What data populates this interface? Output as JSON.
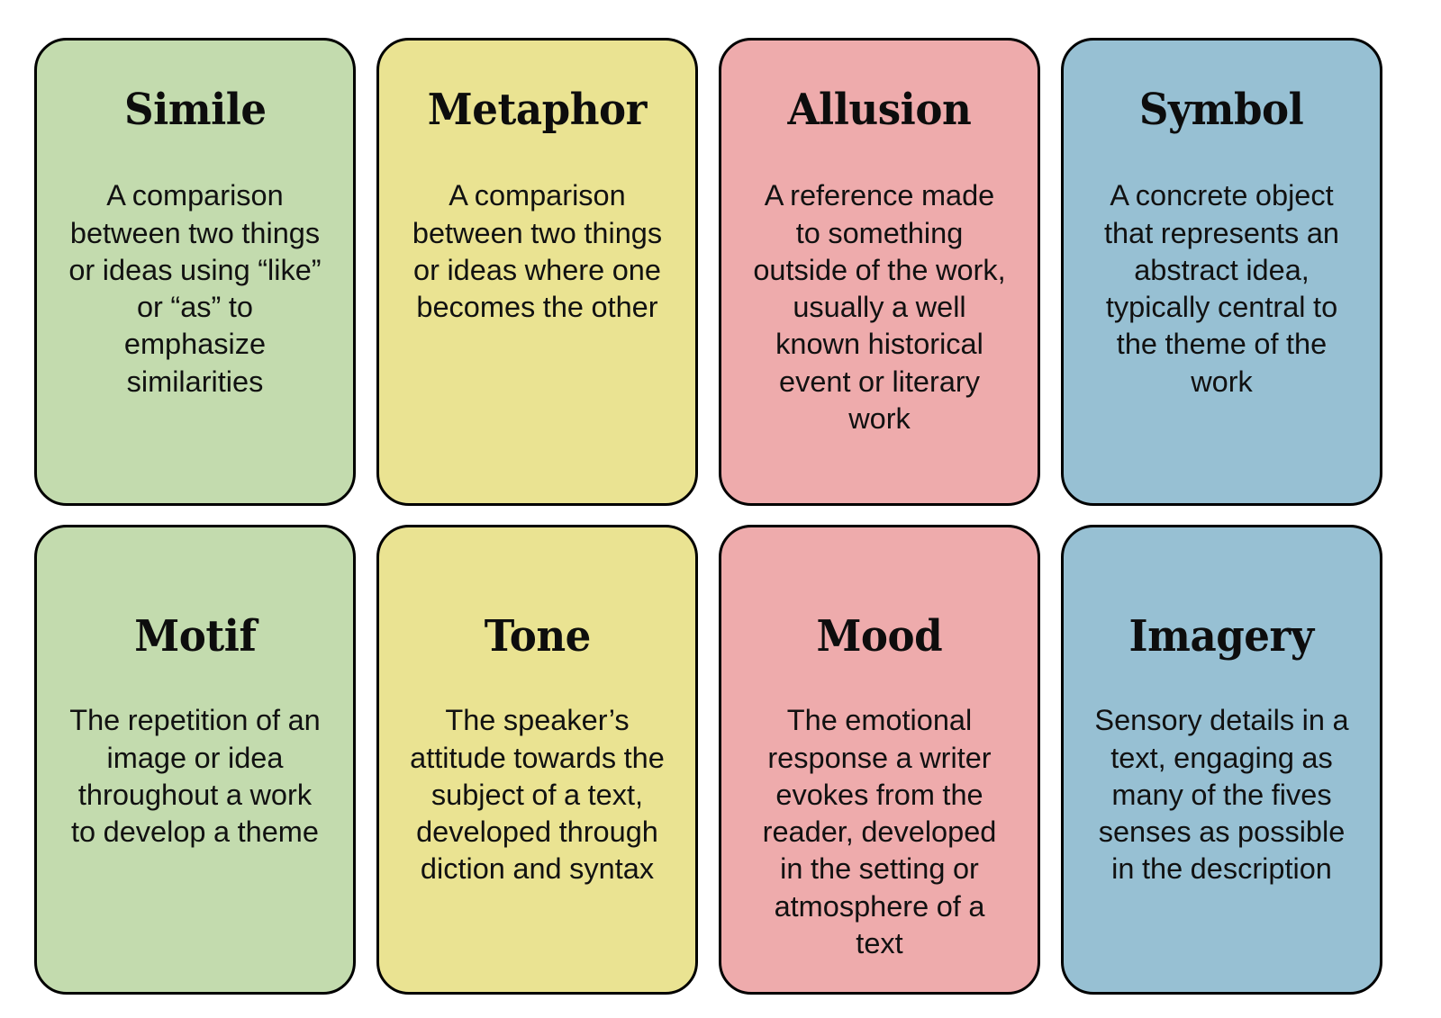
{
  "board": {
    "background": "#ffffff",
    "columns": 4,
    "rows": 2
  },
  "palette": {
    "green": "#c3dbae",
    "yellow": "#eae392",
    "pink": "#eeabac",
    "blue": "#97c0d3",
    "border": "#000000",
    "text": "#111111"
  },
  "cards": [
    {
      "title": "Simile",
      "definition": "A comparison between two things or ideas using “like” or “as” to emphasize similarities",
      "color_name": "green",
      "color": "#c3dbae"
    },
    {
      "title": "Metaphor",
      "definition": "A comparison between two things or ideas where one becomes the other",
      "color_name": "yellow",
      "color": "#eae392"
    },
    {
      "title": "Allusion",
      "definition": "A reference made to something outside of the work, usually a well known historical event or literary work",
      "color_name": "pink",
      "color": "#eeabac"
    },
    {
      "title": "Symbol",
      "definition": "A concrete object that represents an abstract idea, typically central to the theme of the work",
      "color_name": "blue",
      "color": "#97c0d3"
    },
    {
      "title": "Motif",
      "definition": "The repetition of an image or idea throughout a work to develop a theme",
      "color_name": "green",
      "color": "#c3dbae"
    },
    {
      "title": "Tone",
      "definition": "The speaker’s attitude towards the subject of a text, developed through diction and syntax",
      "color_name": "yellow",
      "color": "#eae392"
    },
    {
      "title": "Mood",
      "definition": "The emotional response a writer evokes from the reader, developed in the setting or atmosphere of a text",
      "color_name": "pink",
      "color": "#eeabac"
    },
    {
      "title": "Imagery",
      "definition": "Sensory details in a text, engaging as many of the fives senses as possible in the description",
      "color_name": "blue",
      "color": "#97c0d3"
    }
  ]
}
